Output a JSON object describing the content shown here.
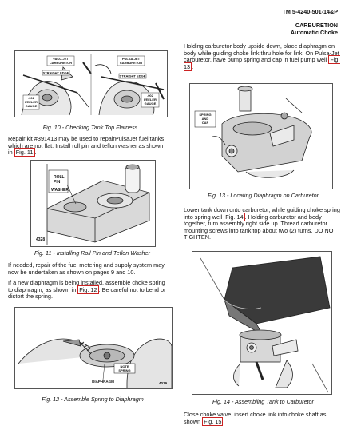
{
  "header": {
    "doc_number": "TM 5-4240-501-14&P",
    "section": "CARBURETION",
    "subsection": "Automatic Choke"
  },
  "left": {
    "fig10": {
      "caption": "Fig. 10 - Checking Tank Top Flatness",
      "labels": {
        "vacujet": "VACU-JET\nCARBURETOR",
        "pulsajet": "PULSA-JET\nCARBURETOR",
        "straight_edge_l": "STRAIGHT EDGE",
        "straight_edge_r": "STRAIGHT EDGE",
        "feeler_l": ".002\nFEELER\nGAUGE",
        "feeler_r": ".002\nFEELER\nGAUGE"
      }
    },
    "para1": {
      "text": "Repair kit #391413 may be used to repairPulsaJet fuel tanks which are not flat.  Install roll pin and teflon washer as shown in",
      "ref": "Fig. 11",
      "after": "."
    },
    "fig11": {
      "caption": "Fig. 11 - Installing Roll Pin and Teflon Washer",
      "labels": {
        "roll_pin": "ROLL\nPIN",
        "washer": "WASHER",
        "code": "4328"
      }
    },
    "para2": {
      "text": "If needed, repair of the fuel metering and supply system may now be undertaken as shown on pages 9 and 10."
    },
    "para3": {
      "text": "If a new diaphragm is being installed, assemble choke spring to diaphragm, as shown in",
      "ref": "Fig. 12",
      "after": ". Be careful not to bend or distort the spring."
    },
    "fig12": {
      "caption": "Fig. 12 - Assemble Spring to Diaphragm",
      "labels": {
        "note_spring": "NOTE\nSPRING",
        "diaphragm": "DIAPHRAGM",
        "code": "4019"
      }
    }
  },
  "right": {
    "para1": {
      "text": "Holding carburetor body upside down, place diaphragm on body while guiding choke link thru hole for link.  On Pulsa-Jet carburetor, have pump spring and cap in fuel pump well",
      "ref": "Fig. 13",
      "after": "."
    },
    "fig13": {
      "caption": "Fig. 13 - Locating Diaphragm on Carburetor",
      "labels": {
        "spring_cap": "SPRING\nAND\nCAP"
      }
    },
    "para2": {
      "text": "Lower tank down onto carburetor, while guiding choke spring into spring well",
      "ref": "Fig. 14",
      "after": ".  Holding carburetor and body together, turn assembly right side up.   Thread carburetor mounting screws into tank top about two (2) turns.  DO NOT TIGHTEN."
    },
    "fig14": {
      "caption": "Fig. 14 - Assembling Tank to Carburetor"
    },
    "para3": {
      "text": "Close choke valve, insert choke link into choke shaft as shown",
      "ref": "Fig. 15",
      "after": "."
    }
  }
}
